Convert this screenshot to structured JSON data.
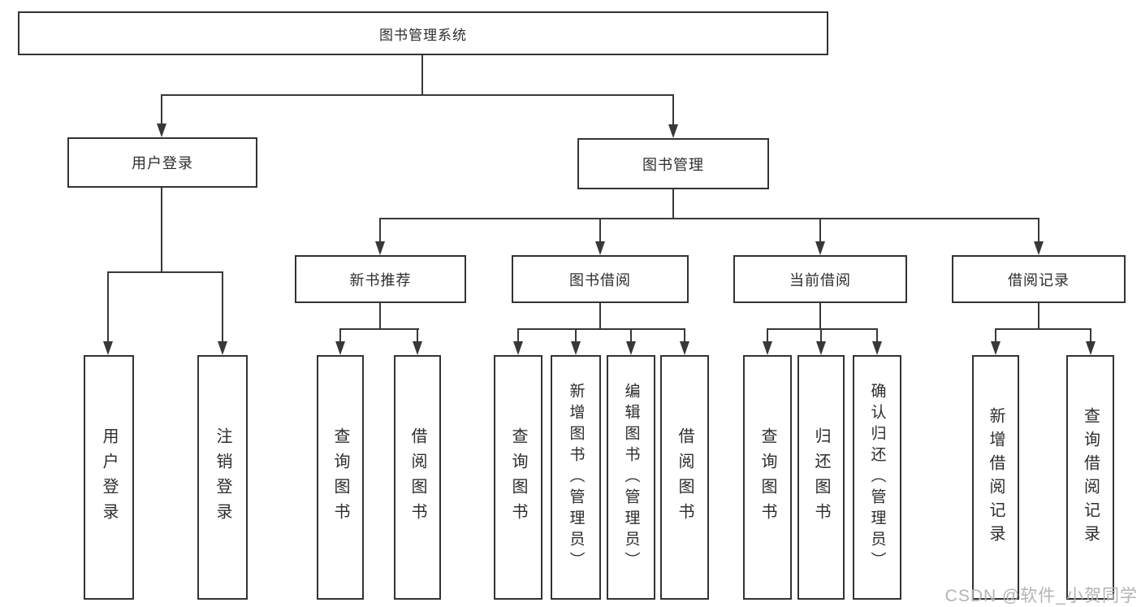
{
  "diagram": {
    "title": "图书管理系统",
    "root": {
      "label": "图书管理系统"
    },
    "branches": [
      {
        "label": "用户登录",
        "children": [
          {
            "label": "用户登录"
          },
          {
            "label": "注销登录"
          }
        ]
      },
      {
        "label": "图书管理",
        "groups": [
          {
            "label": "新书推荐",
            "children": [
              {
                "label": "查询图书"
              },
              {
                "label": "借阅图书"
              }
            ]
          },
          {
            "label": "图书借阅",
            "children": [
              {
                "label": "查询图书"
              },
              {
                "label": "新增图书（管理员）"
              },
              {
                "label": "编辑图书（管理员）"
              },
              {
                "label": "借阅图书"
              }
            ]
          },
          {
            "label": "当前借阅",
            "children": [
              {
                "label": "查询图书"
              },
              {
                "label": "归还图书"
              },
              {
                "label": "确认归还（管理员）"
              }
            ]
          },
          {
            "label": "借阅记录",
            "children": [
              {
                "label": "新增借阅记录"
              },
              {
                "label": "查询借阅记录"
              }
            ]
          }
        ]
      }
    ]
  },
  "watermark": {
    "text": "CSDN @软件_小贺同学"
  },
  "colors": {
    "line": "#383838",
    "border": "#333333",
    "text": "#2d2d2d",
    "watermark": "#b3b3b3",
    "background": "#ffffff"
  }
}
